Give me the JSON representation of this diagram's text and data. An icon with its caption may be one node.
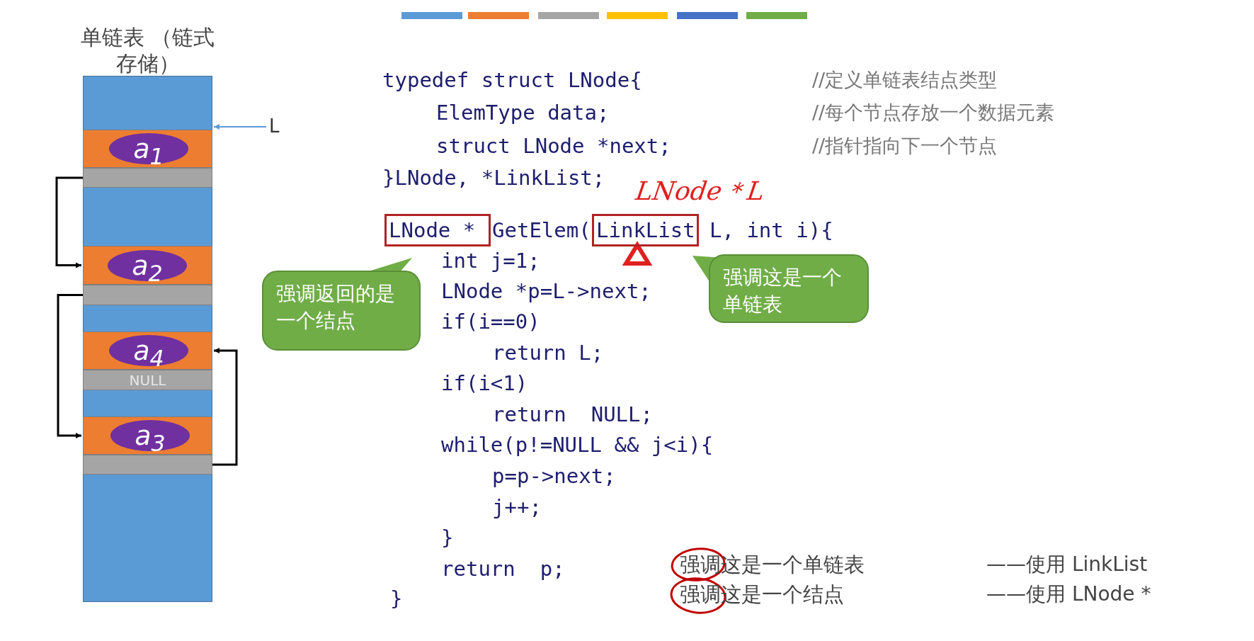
{
  "diagram": {
    "nodes": [
      {
        "text": [
          "单链表 （链式存储）"
        ]
      },
      {
        "text": [],
        "shape": "box",
        "in": 0
      },
      {
        "text": [
          "a$_{1}$"
        ],
        "in": 1
      },
      {
        "text": [],
        "shape": "bar",
        "in": 0
      },
      {
        "text": [],
        "shape": "box",
        "in": 0
      },
      {
        "text": [
          "a$_{2}$"
        ],
        "in": 4
      },
      {
        "text": [],
        "shape": "bar",
        "in": 0
      },
      {
        "text": [],
        "shape": "box",
        "in": 0
      },
      {
        "text": [
          "a$_{4}$"
        ],
        "in": 7
      },
      {
        "text": [
          "NULL"
        ],
        "in": 0
      },
      {
        "text": [],
        "shape": "box",
        "in": 0
      },
      {
        "text": [
          "a$_{3}$"
        ],
        "in": 10
      },
      {
        "text": [],
        "shape": "bar",
        "in": 0
      },
      {
        "text": [
          "L"
        ]
      },
      {
        "text": [
          "LNode *"
        ]
      },
      {
        "text": [
          "LinkList"
        ]
      },
      {
        "text": [
          "强调返回的是一个结点"
        ]
      },
      {
        "text": [
          "强调这是一个单链表"
        ]
      }
    ],
    "edges": [
      {
        "from": 13,
        "to": 1,
        "arrow": "to",
        "color": "#5b9bd5"
      },
      {
        "from": 3,
        "to": 4,
        "arrow": "to"
      },
      {
        "from": 6,
        "to": 10,
        "arrow": "to"
      },
      {
        "from": 12,
        "to": 7,
        "arrow": "to"
      }
    ],
    "labels": [
      "typedef struct LNode{",
      "//定义单链表结点类型",
      "ElemType data;",
      "//每个节点存放一个数据元素",
      "struct LNode *next;",
      "//指针指向下一个节点",
      "}LNode, *LinkList;",
      "LNode＊L",
      "GetElem(",
      "L, int i){",
      "int j=1;",
      "LNode *p=L->next;",
      "if(i==0)",
      "return L;",
      "if(i<1)",
      "return  NULL;",
      "while(p!=NULL && j<i){",
      "p=p->next;",
      "j++;",
      "}",
      "return  p;",
      "}",
      "强调这是一个单链表",
      "——使用 LinkList",
      "强调这是一个结点",
      "——使用 LNode *"
    ]
  }
}
